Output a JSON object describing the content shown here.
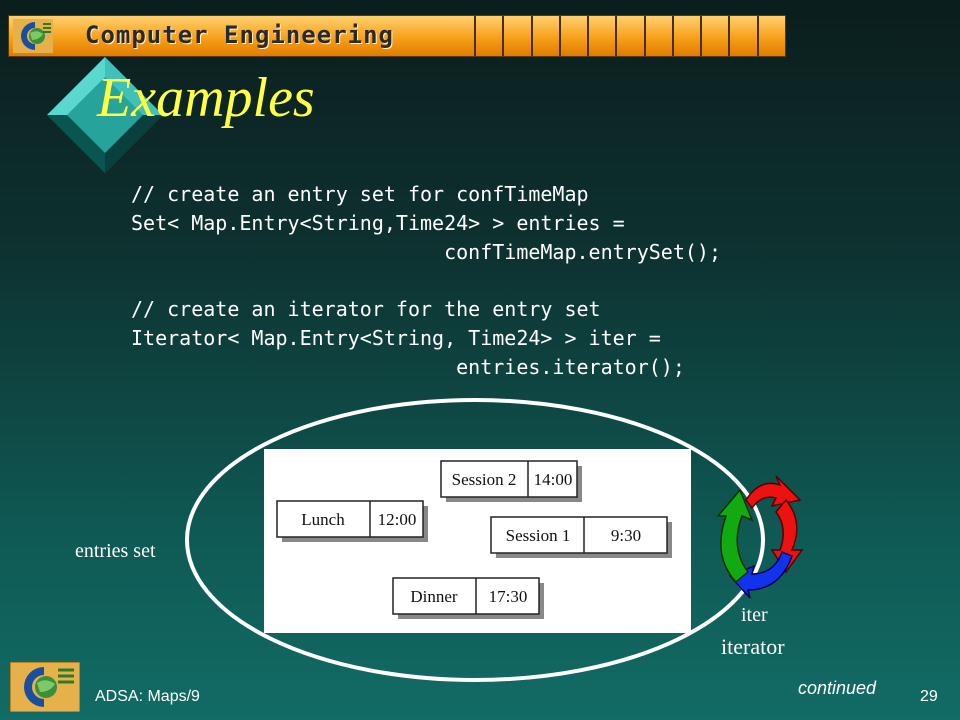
{
  "banner": {
    "title": "Computer Engineering"
  },
  "slide": {
    "title": "Examples",
    "code": "// create an entry set for confTimeMap\nSet< Map.Entry<String,Time24> > entries =\n                          confTimeMap.entrySet();\n\n// create an iterator for the entry set\nIterator< Map.Entry<String, Time24> > iter =\n                           entries.iterator();"
  },
  "diagram": {
    "entries": [
      {
        "key": "Session 2",
        "value": "14:00"
      },
      {
        "key": "Lunch",
        "value": "12:00"
      },
      {
        "key": "Session 1",
        "value": "9:30"
      },
      {
        "key": "Dinner",
        "value": "17:30"
      }
    ],
    "label_entries_set": "entries set",
    "label_iter": "iter",
    "label_iterator": "iterator"
  },
  "footer": {
    "left": "ADSA: Maps/9",
    "continued": "continued",
    "page": "29"
  },
  "colors": {
    "title": "#ffff44",
    "banner": "#f7a01a",
    "background": "#0f5a55",
    "arrow_red": "#ee1111",
    "arrow_green": "#11aa11",
    "arrow_blue": "#1133ee"
  }
}
